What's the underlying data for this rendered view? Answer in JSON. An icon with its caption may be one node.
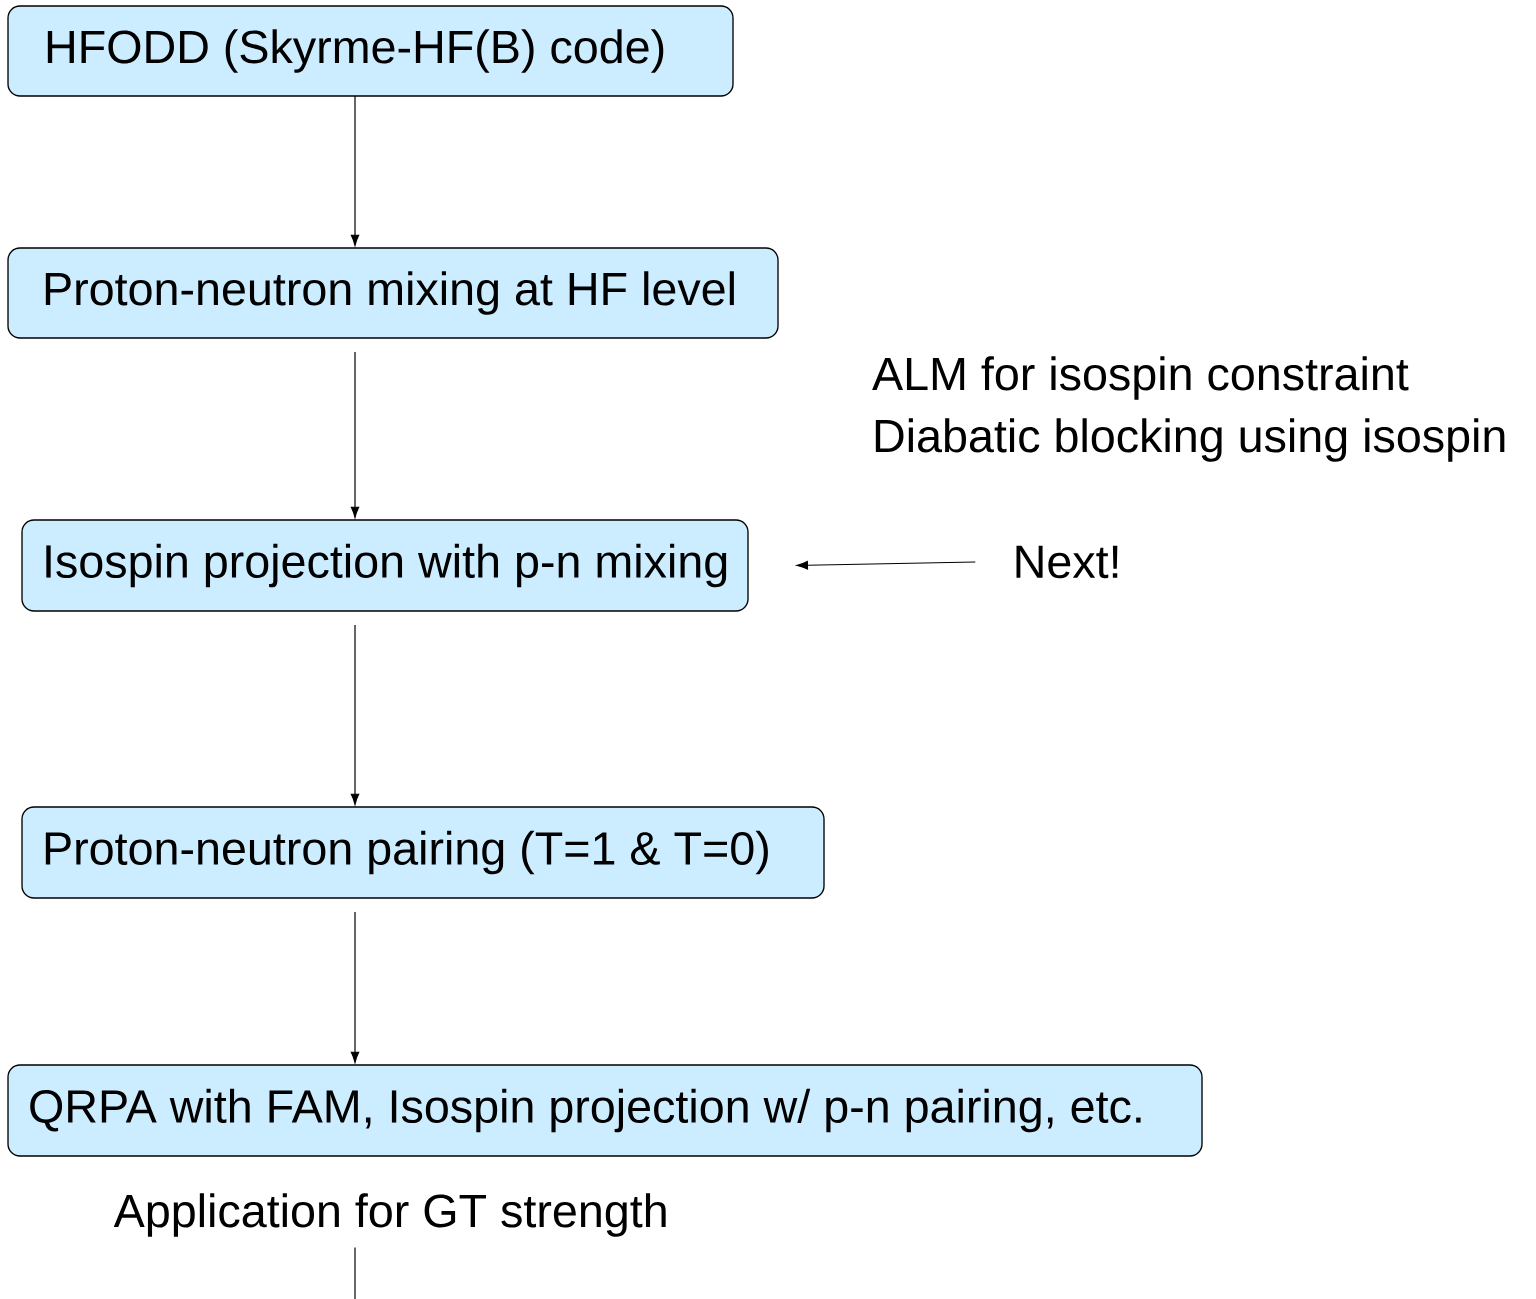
{
  "diagram": {
    "nodes": [
      {
        "text": [
          "HFODD (Skyrme-HF(B) code)"
        ]
      },
      {
        "text": [
          "Proton-neutron mixing at HF level"
        ]
      },
      {
        "text": [
          "Isospin projection with p-n mixing"
        ]
      },
      {
        "text": [
          "Proton-neutron pairing (T=1 & T=0)"
        ]
      },
      {
        "text": [
          "QRPA with FAM, Isospin projection w/ p-n pairing, etc."
        ]
      },
      {
        "text": [
          "Next!"
        ]
      },
      {
        "text": [
          "Application for GT strength"
        ]
      }
    ],
    "edges": [
      {
        "from": 0,
        "to": 1,
        "arrow": "to"
      },
      {
        "from": 1,
        "to": 2,
        "arrow": "to"
      },
      {
        "from": 2,
        "to": 3,
        "arrow": "to"
      },
      {
        "from": 3,
        "to": 4,
        "arrow": "to"
      },
      {
        "from": 5,
        "to": 2,
        "arrow": "to"
      },
      {
        "from": 6,
        "to": null,
        "arrow": "none"
      }
    ],
    "labels": [
      "ALM for isospin constraint",
      "Diabatic blocking using isospin"
    ]
  }
}
